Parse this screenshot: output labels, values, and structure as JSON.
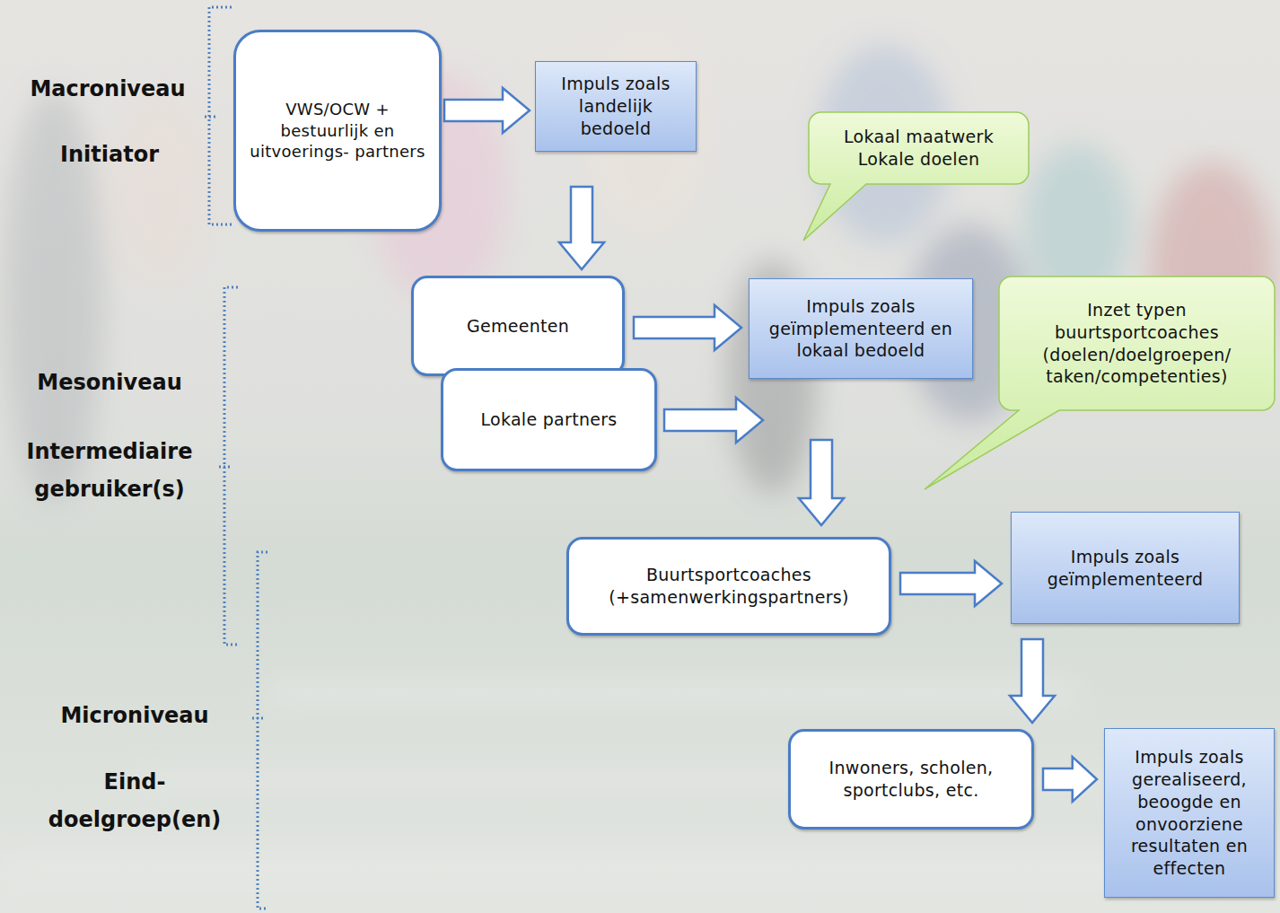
{
  "diagram": {
    "nodes": [
      {
        "text": [
          "VWS/OCW + bestuurlijk en uitvoerings- partners"
        ]
      },
      {
        "text": [
          "Impuls zoals landelijk bedoeld"
        ]
      },
      {
        "text": [
          "Lokaal maatwerk Lokale doelen"
        ]
      },
      {
        "text": [
          "Gemeenten"
        ]
      },
      {
        "text": [
          "Impuls zoals geïmplementeerd en lokaal bedoeld"
        ]
      },
      {
        "text": [
          "Inzet typen buurtsportcoaches (doelen/doelgroepen/ taken/competenties)"
        ]
      },
      {
        "text": [
          "Lokale partners"
        ]
      },
      {
        "text": [
          "Buurtsportcoaches (+samenwerkingspartners)"
        ]
      },
      {
        "text": [
          "Impuls zoals geïmplementeerd"
        ]
      },
      {
        "text": [
          "Inwoners, scholen, sportclubs, etc."
        ]
      },
      {
        "text": [
          "Impuls zoals gerealiseerd, beoogde en onvoorziene resultaten en effecten"
        ]
      }
    ],
    "edges": [
      {
        "from": 0,
        "to": 1,
        "arrow": "to"
      },
      {
        "from": 1,
        "to": 3,
        "arrow": "to"
      },
      {
        "from": 3,
        "to": 4,
        "arrow": "to"
      },
      {
        "from": 6,
        "to": 4,
        "arrow": "to"
      },
      {
        "from": 4,
        "to": 7,
        "arrow": "to"
      },
      {
        "from": 7,
        "to": 8,
        "arrow": "to"
      },
      {
        "from": 8,
        "to": 9,
        "arrow": "to"
      },
      {
        "from": 9,
        "to": 10,
        "arrow": "to"
      }
    ],
    "labels": [
      "Macroniveau",
      "Initiator",
      "Mesoniveau",
      "Intermediaire gebruiker(s)",
      "Microniveau",
      "Eind- doelgroep(en)"
    ]
  }
}
